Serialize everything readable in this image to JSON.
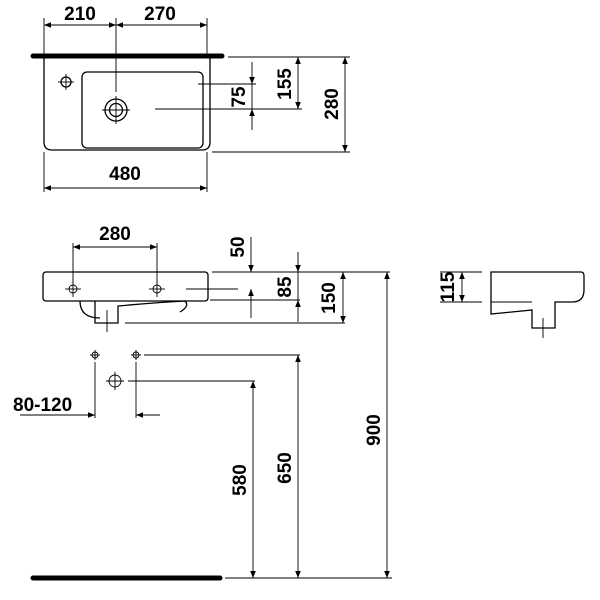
{
  "title": "Washbasin dimensional drawing",
  "top_view": {
    "dim_left_to_tap": "210",
    "dim_tap_to_right": "270",
    "dim_width": "480",
    "dim_depth": "280",
    "dim_wall_to_drain": "155",
    "dim_bowl_offset": "75"
  },
  "front_view": {
    "dim_hole_spacing": "280",
    "dim_holes_below_top": "50",
    "dim_basin_height": "85",
    "dim_total_height": "150",
    "dim_mount_height": "900"
  },
  "side_view": {
    "dim_height": "115"
  },
  "installation": {
    "dim_supply_spacing": "80-120",
    "dim_drain_height": "580",
    "dim_supply_height": "650"
  }
}
